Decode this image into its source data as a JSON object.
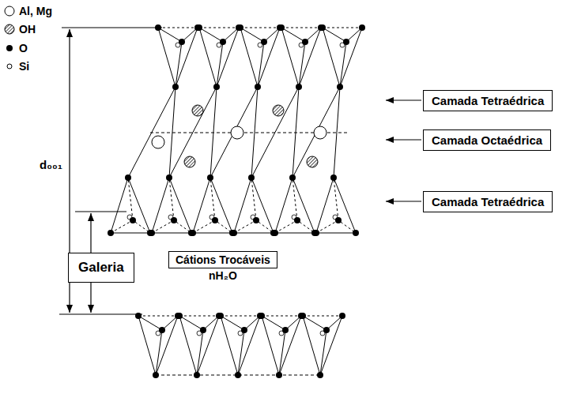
{
  "diagram": {
    "nodes": [
      {
        "text": [
          "Camada Tetraédrica"
        ]
      },
      {
        "text": [
          "Camada Octaédrica"
        ]
      },
      {
        "text": [
          "Camada Tetraédrica"
        ]
      },
      {
        "text": [
          "Galeria"
        ]
      },
      {
        "text": [
          "Cátions Trocáveis"
        ]
      }
    ],
    "labels": [
      "d₀₀₁",
      "nH₂O"
    ],
    "legend": [
      {
        "text": "Al, Mg"
      },
      {
        "text": "OH"
      },
      {
        "text": "O"
      },
      {
        "text": "Si"
      }
    ]
  }
}
